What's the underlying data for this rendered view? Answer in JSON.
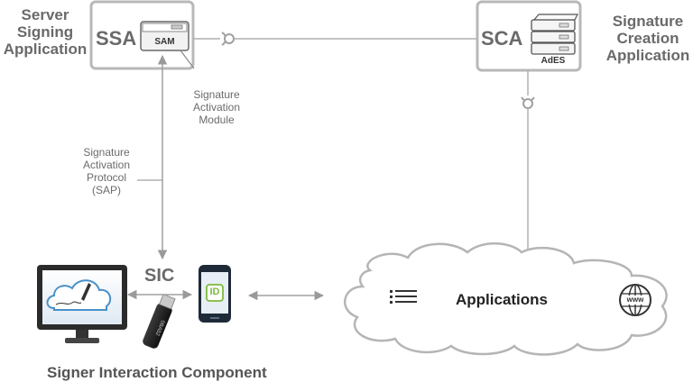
{
  "ssa": {
    "abbr": "SSA",
    "title": "Server\nSigning\nApplication",
    "module": "SAM"
  },
  "sca": {
    "abbr": "SCA",
    "title": "Signature\nCreation\nApplication",
    "module": "AdES"
  },
  "sam_label": "Signature\nActivation\nModule",
  "sap_label": "Signature\nActivation\nProtocol\n(SAP)",
  "sic": {
    "abbr": "SIC",
    "caption": "Signer Interaction Component"
  },
  "cloud": {
    "label": "Applications"
  },
  "phone_badge": "ID",
  "usb_text": "0BA52",
  "www": "www"
}
